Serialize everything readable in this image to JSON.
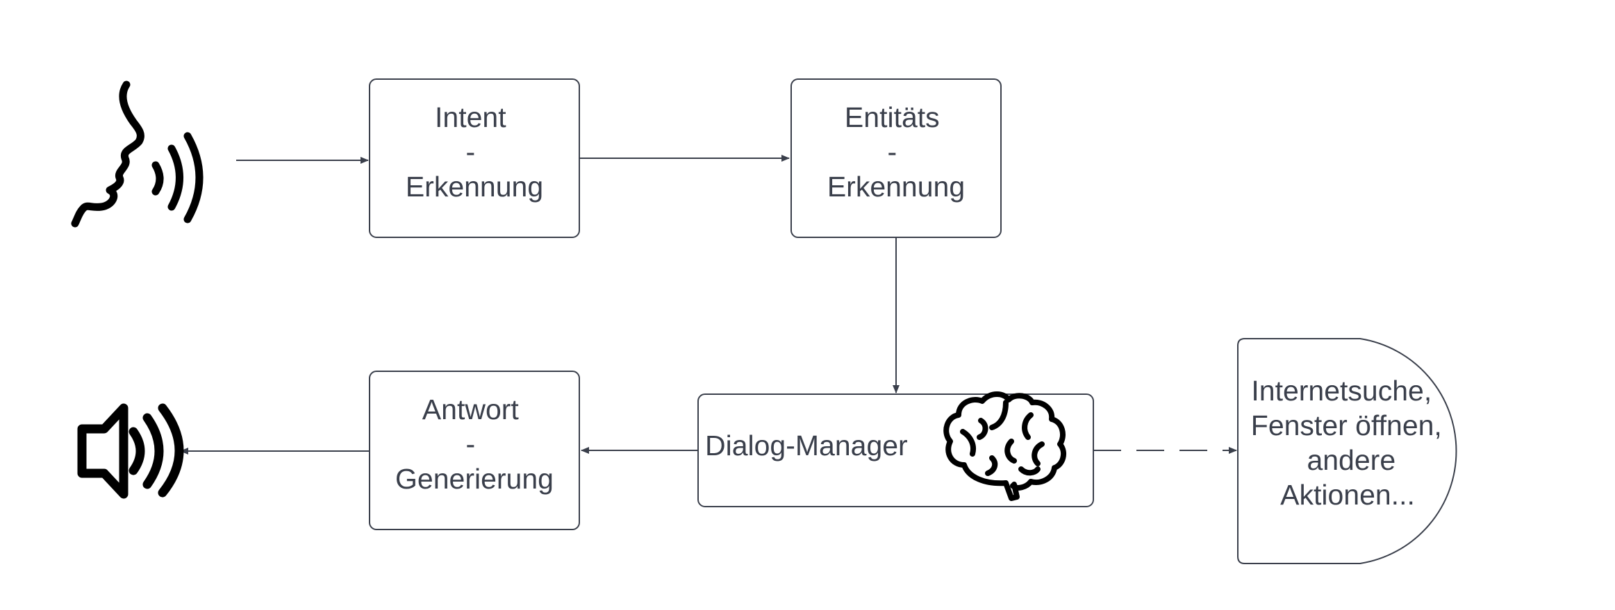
{
  "nodes": {
    "intent": {
      "lines": [
        "Intent",
        "-",
        "Erkennung"
      ]
    },
    "entity": {
      "lines": [
        "Entitäts",
        "-",
        "Erkennung"
      ]
    },
    "dialog": {
      "label": "Dialog-Manager"
    },
    "answer": {
      "lines": [
        "Antwort",
        "-",
        "Generierung"
      ]
    },
    "actions": {
      "lines": [
        "Internetsuche,",
        "Fenster öffnen,",
        "andere",
        "Aktionen..."
      ]
    }
  },
  "icons": {
    "speaker_in": "speaking-head-icon",
    "brain": "brain-icon",
    "speaker_out": "loudspeaker-icon"
  },
  "colors": {
    "stroke": "#3a3f4b",
    "icon": "#000000",
    "background": "#ffffff"
  }
}
